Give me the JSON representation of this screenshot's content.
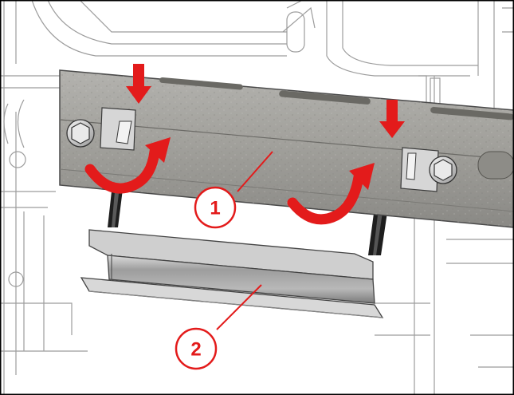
{
  "figure": {
    "callouts": [
      {
        "id": "1",
        "label": "1",
        "color": "#e31b1b"
      },
      {
        "id": "2",
        "label": "2",
        "color": "#e31b1b"
      }
    ],
    "accent_red": "#e31b1b",
    "metal_color": "#9a9a96",
    "icons": [
      "arrow-down-icon",
      "rotate-arrow-icon",
      "bolt-icon"
    ]
  }
}
